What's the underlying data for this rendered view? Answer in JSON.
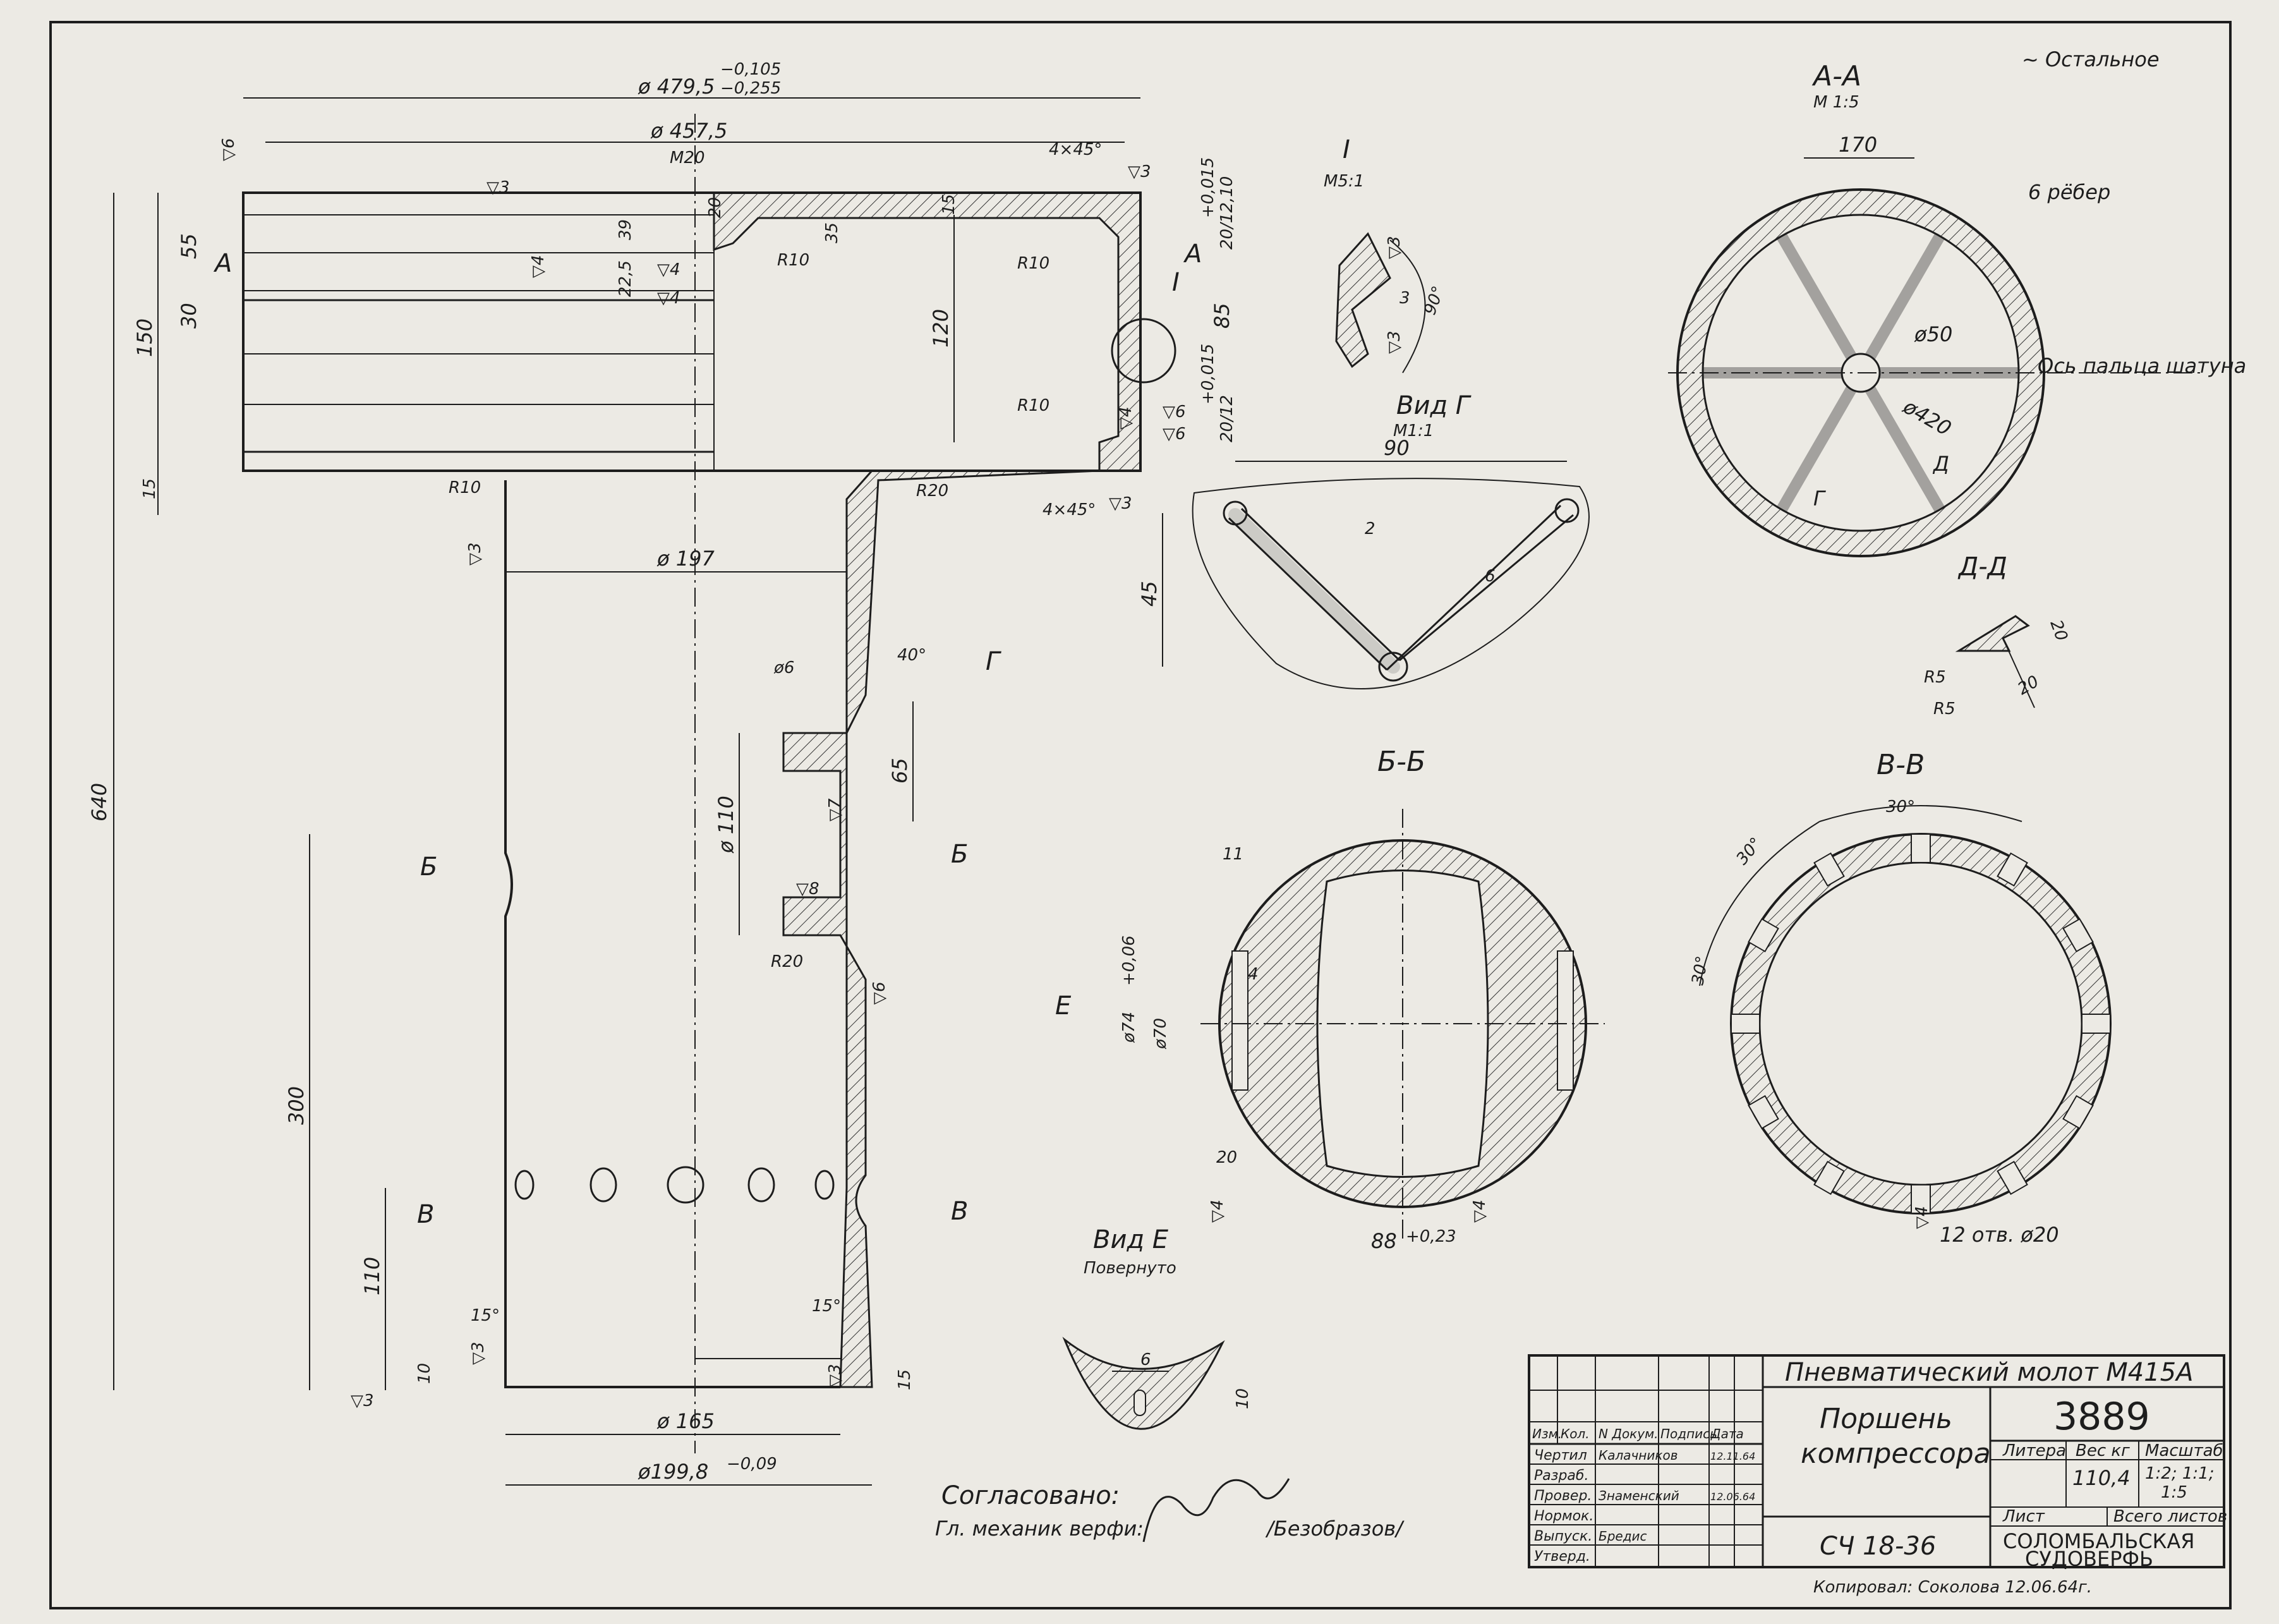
{
  "header": {
    "roughness_note": "~ Остальное"
  },
  "main_view": {
    "dims": {
      "d479": "ø 479,5",
      "d479_tol_top": "−0,105",
      "d479_tol_bot": "−0,255",
      "d457": "ø 457,5",
      "m20": "M20",
      "chamfer_top": "4×45°",
      "chamfer_mid": "4×45°",
      "h150": "150",
      "h55": "55",
      "h30": "30",
      "h15_left": "15",
      "h640": "640",
      "h300": "300",
      "h110": "110",
      "h10": "10",
      "h39": "39",
      "h22_5": "22,5",
      "h35": "35",
      "h15_top": "15",
      "h120": "120",
      "h85": "85",
      "h20": "20",
      "tol_top": "+0,015",
      "tol_dim_top": "20/12,10",
      "tol_bottom": "+0,015",
      "tol_dim_bot": "20/12",
      "d197": "ø 197",
      "d110": "ø 110",
      "h65": "65",
      "h15_bot": "15",
      "d165": "ø 165",
      "d199": "ø199,8",
      "d199_tol": "−0,09",
      "d6": "ø6",
      "r10_a": "R10",
      "r10_b": "R10",
      "r10_c": "R10",
      "r10_d": "R10",
      "r20_a": "R20",
      "r20_b": "R20",
      "ang40": "40°",
      "ang15_l": "15°",
      "ang15_r": "15°"
    },
    "marks": {
      "s6_top": "▽6",
      "s3_top": "▽3",
      "s3_right": "▽3",
      "s4_a": "▽4",
      "s4_b": "▽4",
      "s4_c": "▽4",
      "s6_r1": "▽6",
      "s6_r2": "▽6",
      "s3_mid": "▽3",
      "s3_left": "▽3",
      "s7": "▽7",
      "s8": "▽8",
      "s4_d": "▽4",
      "s6_low": "▽6",
      "s3_bl": "▽3",
      "s3_br": "▽3",
      "s3_floor": "▽3"
    },
    "section_marks": {
      "a_left": "А",
      "a_right": "А",
      "b_left": "Б",
      "b_right": "Б",
      "v_left": "В",
      "v_right": "В",
      "g": "Г",
      "detail_i": "I"
    }
  },
  "detail_i": {
    "title": "I",
    "scale": "М5:1",
    "dim3": "3",
    "ang": "90°",
    "s3a": "▽3",
    "s3b": "▽3"
  },
  "view_g": {
    "title": "Вид Г",
    "scale": "М1:1",
    "w90": "90",
    "h45": "45",
    "d2": "2",
    "d6": "6"
  },
  "section_aa": {
    "title": "А-А",
    "scale": "М 1:5",
    "w170": "170",
    "ribs": "6 рёбер",
    "d50": "ø50",
    "d420": "ø420",
    "axis": "Ось пальца шатуна",
    "mark_d": "Д",
    "mark_g": "Г"
  },
  "section_dd": {
    "title": "Д-Д",
    "r5a": "R5",
    "r5b": "R5",
    "d20a": "20",
    "d20b": "20"
  },
  "section_bb": {
    "title": "Б-Б",
    "w11": "11",
    "w4": "4",
    "d74": "ø74",
    "d74_tol": "+0,06",
    "d70": "ø70",
    "w20": "20",
    "w88": "88",
    "w88_tol": "+0,23",
    "s4a": "▽4",
    "s4b": "▽4",
    "mark_e": "Е"
  },
  "section_vv": {
    "title": "В-В",
    "a30_top": "30°",
    "a30_mid": "30°",
    "a30_left": "30°",
    "holes": "12 отв. ø20",
    "s4": "▽4"
  },
  "view_e": {
    "title": "Вид Е",
    "subtitle": "Повернуто",
    "d6": "6",
    "d10": "10"
  },
  "approval": {
    "agreed": "Согласовано:",
    "role": "Гл. механик верфи:",
    "name": "/Безобразов/"
  },
  "title_block": {
    "machine": "Пневматический молот  М415А",
    "part_line1": "Поршень",
    "part_line2": "компрессора",
    "number": "3889",
    "material": "СЧ 18-36",
    "org_line1": "СОЛОМБАЛЬСКАЯ",
    "org_line2": "СУДОВЕРФЬ",
    "h_litera": "Литера",
    "h_weight": "Вес кг",
    "h_scale": "Масштаб",
    "weight": "110,4",
    "scales1": "1:2; 1:1;",
    "scales2": "1:5",
    "h_sheet": "Лист",
    "h_sheets": "Всего листов",
    "rev_headers": [
      "Изм.",
      "Кол.",
      "N Докум.",
      "Подпись",
      "Дата"
    ],
    "roles": [
      "Чертил",
      "Разраб.",
      "Провер.",
      "Нормок.",
      "Выпуск.",
      "Утверд."
    ],
    "names": [
      "Калачников",
      "",
      "Знаменский",
      "",
      "Бредис",
      ""
    ],
    "dates": [
      "12.11.64",
      "",
      "12.06.64",
      "",
      "",
      ""
    ]
  },
  "copied": "Копировал: Соколова  12.06.64г."
}
